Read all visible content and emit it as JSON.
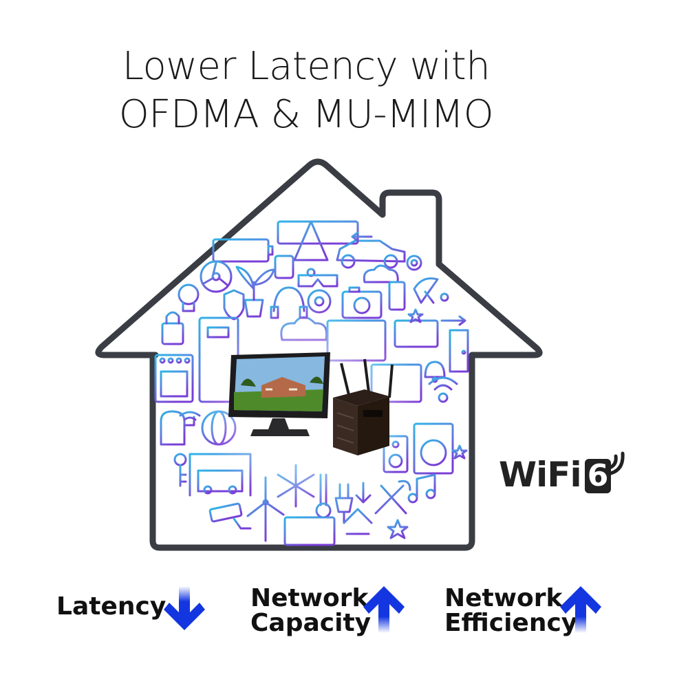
{
  "title": {
    "line1": "Lower Latency with",
    "line2": "OFDMA & MU-MIMO"
  },
  "logo": {
    "brand_text": "WiFi",
    "badge_text": "6"
  },
  "metrics": [
    {
      "line1": "Latency",
      "line2": "",
      "arrow": "down"
    },
    {
      "line1": "Network",
      "line2": "Capacity",
      "arrow": "up"
    },
    {
      "line1": "Network",
      "line2": "Efficiency",
      "arrow": "up"
    }
  ],
  "colors": {
    "house_outline": "#3a3d44",
    "icon_gradient_top": "#2fb4e6",
    "icon_gradient_bottom": "#7a3fd6",
    "arrow_blue": "#1436e0",
    "text_dark": "#111111"
  },
  "icons": [
    "battery-icon",
    "car-icon",
    "fan-icon",
    "plant-icon",
    "shield-icon",
    "smartwatch-icon",
    "lightbulb-icon",
    "padlock-icon",
    "cloud-icon",
    "camera-icon",
    "phone-icon",
    "satellite-dish-icon",
    "gear-icon",
    "laptop-icon",
    "door-icon",
    "fridge-icon",
    "stove-icon",
    "monitor-icon",
    "router-icon",
    "mailbox-icon",
    "globe-icon",
    "key-icon",
    "garage-icon",
    "snowflake-icon",
    "thermometer-icon",
    "plug-icon",
    "wrench-icon",
    "music-icon",
    "washing-machine-icon",
    "security-camera-icon",
    "radiator-icon",
    "wind-turbine-icon",
    "bell-icon",
    "antenna-icon"
  ]
}
